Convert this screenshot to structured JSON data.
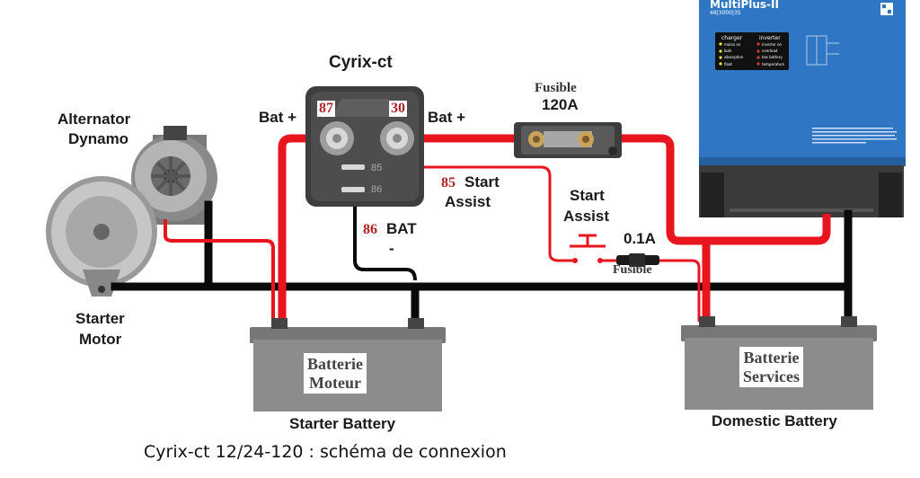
{
  "title": "Cyrix-ct",
  "caption": "Cyrix-ct 12/24-120 : schéma de connexion",
  "labels": {
    "alternator": [
      "Alternator",
      "Dynamo"
    ],
    "starter_motor": [
      "Starter",
      "Motor"
    ],
    "bat_plus_left": "Bat +",
    "bat_plus_right": "Bat +",
    "term_87": "87",
    "term_30": "30",
    "term_85_small": "85",
    "term_86_small": "86",
    "term_85": "85",
    "start_assist_a": "Start",
    "start_assist_b": "Assist",
    "term_86": "86",
    "bat_word": "BAT",
    "minus": "-",
    "fusible_top": "Fusible",
    "fusible_top_rating": "120A",
    "switch_a": "Start",
    "switch_b": "Assist",
    "fuse_small_rating": "0.1A",
    "fusible_bottom": "Fusible",
    "starter_battery": "Starter Battery",
    "domestic_battery": "Domestic Battery",
    "batterie_moteur": [
      "Batterie",
      "Moteur"
    ],
    "batterie_services": [
      "Batterie",
      "Services"
    ]
  },
  "multiplus": {
    "name": "MultiPlus-II",
    "spec": "48|3000|35",
    "panel_left_title": "charger",
    "panel_right_title": "inverter",
    "charger_leds": [
      "mains on",
      "bulk",
      "absorption",
      "float"
    ],
    "inverter_leds": [
      "inverter on",
      "overload",
      "low battery",
      "temperature"
    ]
  },
  "colors": {
    "positive_wire": "#e8141e",
    "negative_wire": "#0a0a0a",
    "relay_body": "#4a4a4a",
    "battery_body": "#8c8c8c",
    "multiplus_blue": "#2f77c4"
  }
}
